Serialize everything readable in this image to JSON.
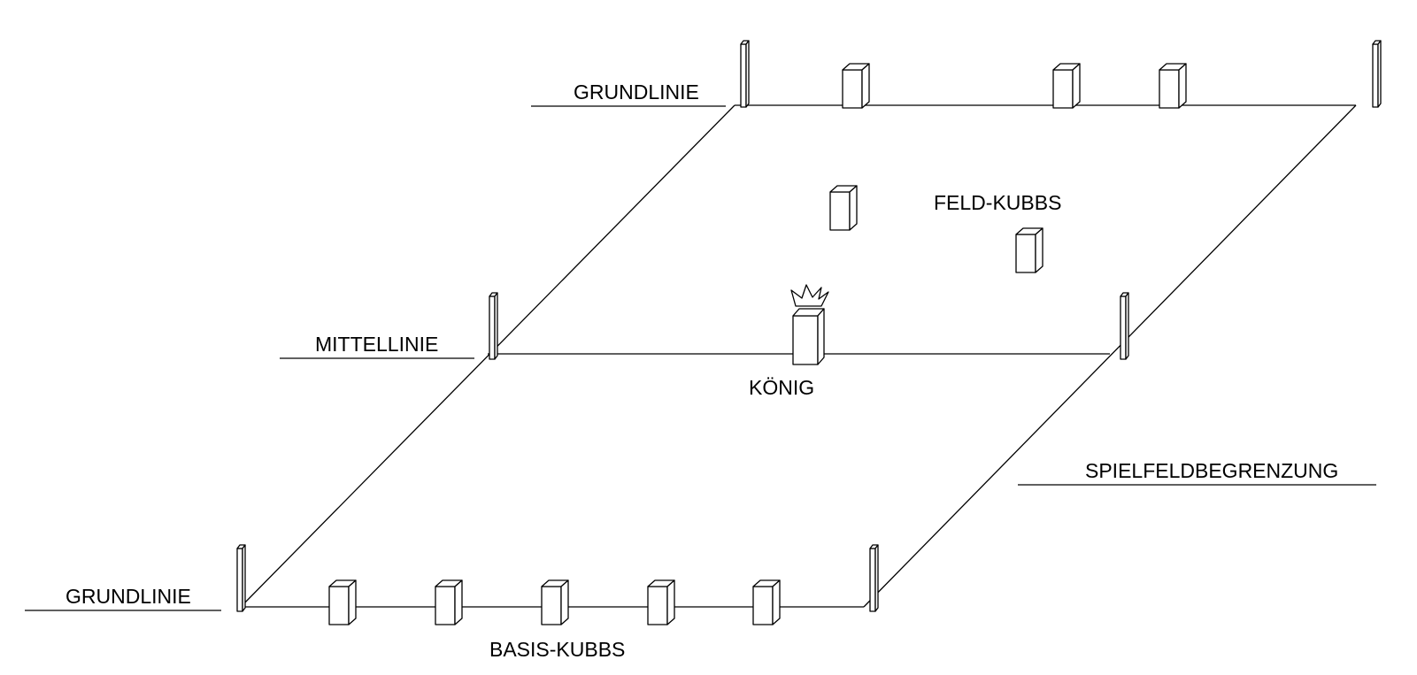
{
  "labels": {
    "grundlinie_top": "GRUNDLINIE",
    "mittellinie": "MITTELLINIE",
    "grundlinie_bottom": "GRUNDLINIE",
    "feld_kubbs": "FELD-KUBBS",
    "koenig": "KÖNIG",
    "spielfeldbegrenzung": "SPIELFELDBEGRENZUNG",
    "basis_kubbs": "BASIS-KUBBS"
  },
  "counts": {
    "corner_stakes": 6,
    "base_kubbs_near": 5,
    "base_kubbs_far": 3,
    "field_kubbs": 2,
    "king": 1
  }
}
